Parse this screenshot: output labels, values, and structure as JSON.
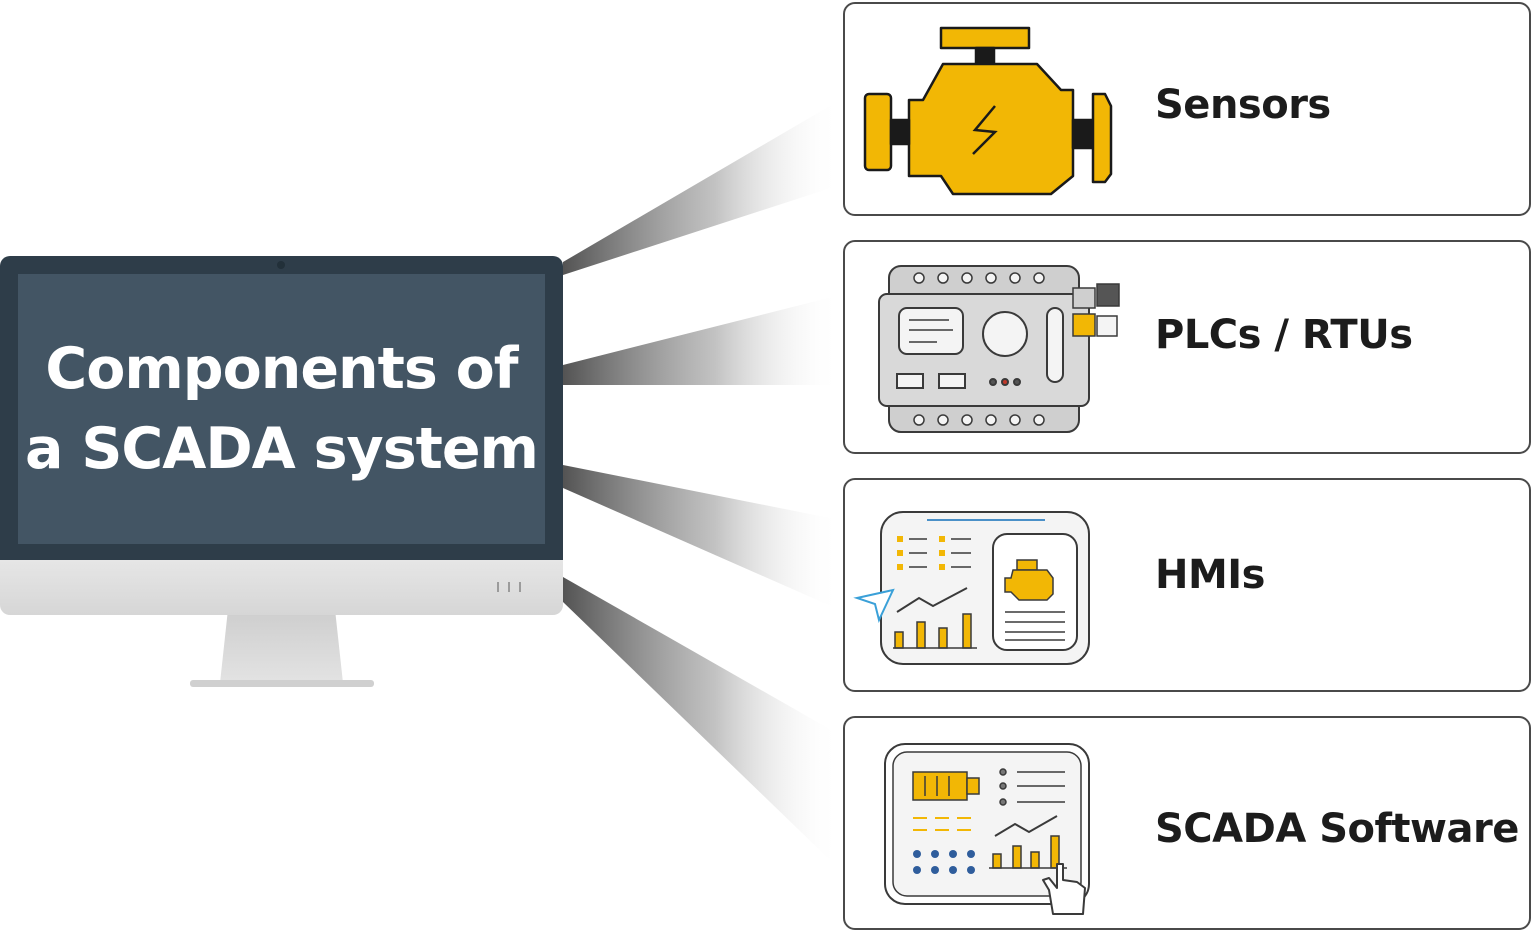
{
  "title": "Components of a SCADA system",
  "title_lines": [
    "Components of",
    "a SCADA system"
  ],
  "components": [
    {
      "label": "Sensors",
      "icon": "engine-sensor-icon"
    },
    {
      "label": "PLCs / RTUs",
      "icon": "plc-controller-icon"
    },
    {
      "label": "HMIs",
      "icon": "hmi-dashboard-icon"
    },
    {
      "label": "SCADA Software",
      "icon": "scada-software-icon"
    }
  ],
  "colors": {
    "accent": "#f2b705",
    "monitor_bezel": "#2e3d49",
    "monitor_screen": "#435564",
    "card_border": "#4a4a4a",
    "text": "#1c1c1c"
  }
}
